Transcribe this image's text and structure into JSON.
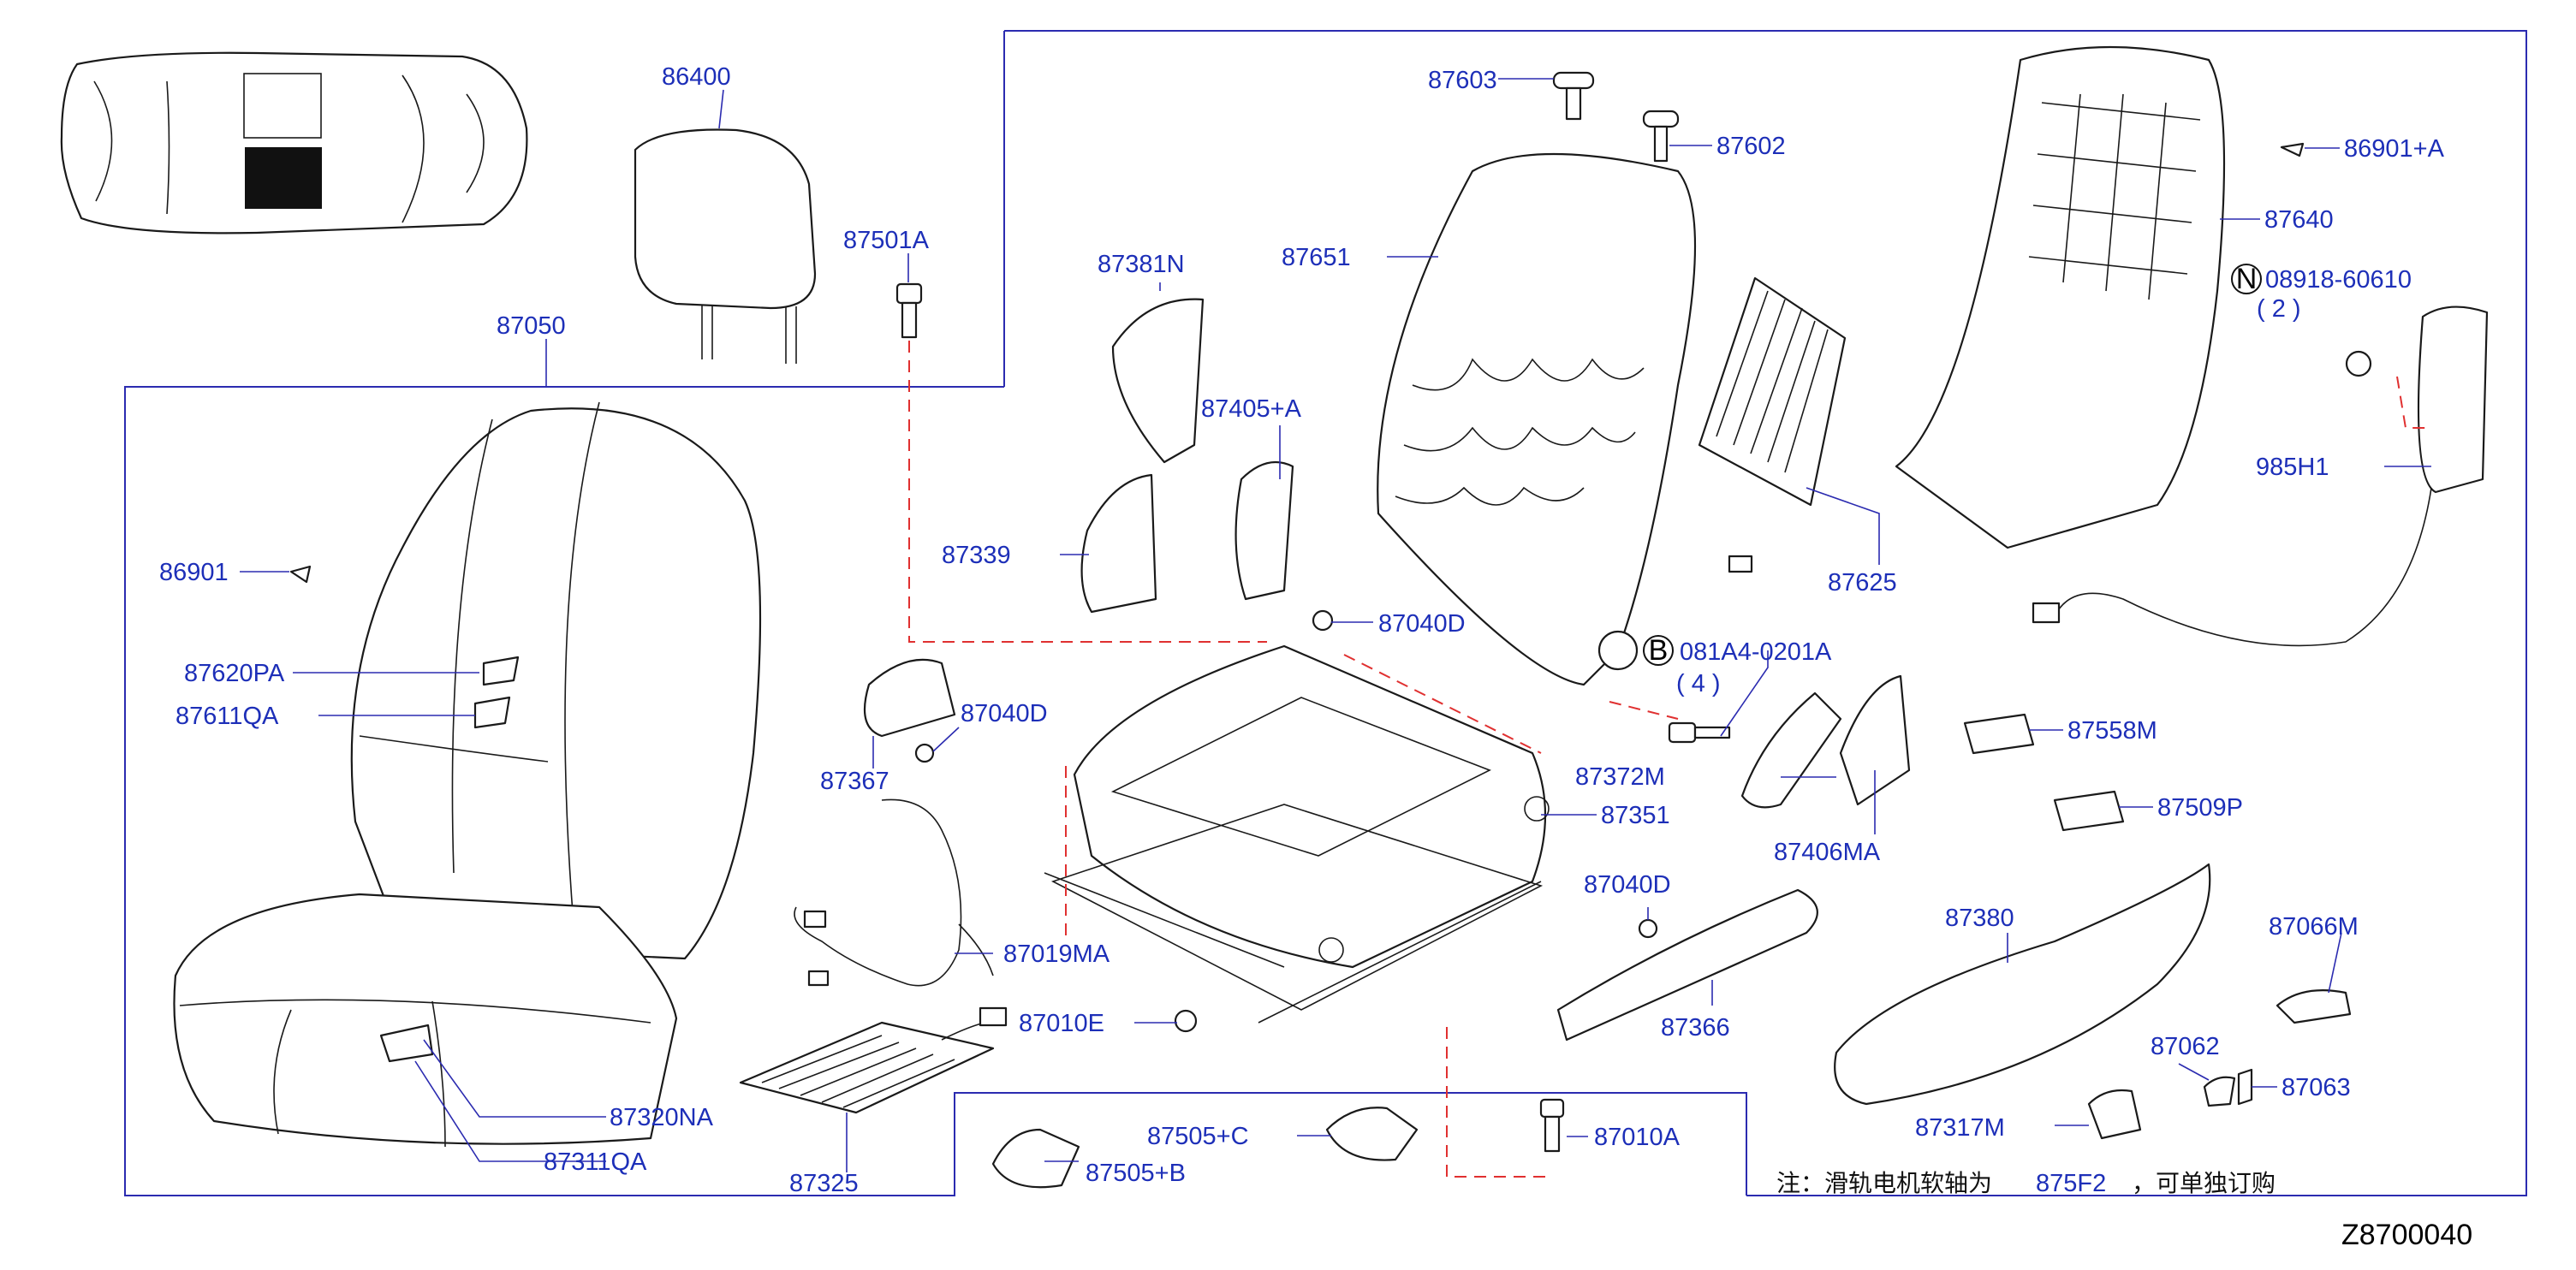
{
  "colors": {
    "label": "#1d2fb8",
    "frame": "#2b2bb0",
    "dash": "#e03030",
    "line": "#1a1a1a"
  },
  "labels": {
    "p86400": "86400",
    "p87501A": "87501A",
    "p87050": "87050",
    "p86901": "86901",
    "p87620PA": "87620PA",
    "p87611QA": "87611QA",
    "p87320NA": "87320NA",
    "p87311QA": "87311QA",
    "p87325": "87325",
    "p87019MA": "87019MA",
    "p87010E": "87010E",
    "p87505C": "87505+C",
    "p87505B": "87505+B",
    "p87010A": "87010A",
    "p87367": "87367",
    "p87040D_a": "87040D",
    "p87339": "87339",
    "p87381N": "87381N",
    "p87405A": "87405+A",
    "p87040D_b": "87040D",
    "p87651": "87651",
    "p87603": "87603",
    "p87602": "87602",
    "p87625": "87625",
    "p081A4": "081A4-0201A",
    "p081A4_qty": "( 4 )",
    "p87372M": "87372M",
    "p87351": "87351",
    "p87406MA": "87406MA",
    "p87040D_c": "87040D",
    "p87366": "87366",
    "p86901A": "86901+A",
    "p87640": "87640",
    "p08918": "08918-60610",
    "p08918_qty": "( 2 )",
    "p985H1": "985H1",
    "p87558M": "87558M",
    "p87509P": "87509P",
    "p87380": "87380",
    "p87066M": "87066M",
    "p87062": "87062",
    "p87063": "87063",
    "p87317M": "87317M"
  },
  "badges": {
    "b": "B",
    "n": "N"
  },
  "note": {
    "prefix": "注：滑轨电机软轴为",
    "part": "875F2",
    "suffix": "，可单独订购"
  },
  "diagram_code": "Z8700040",
  "icons": [
    "car-top-view-icon",
    "headrest-icon",
    "seat-cushion-icon",
    "seat-frame-icon",
    "bolt-icon",
    "clip-icon",
    "wire-harness-icon",
    "heater-mat-icon"
  ]
}
